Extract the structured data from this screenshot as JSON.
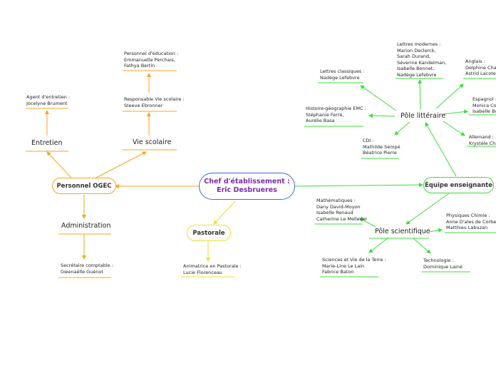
{
  "root": {
    "line1": "Chef d'établissement :",
    "line2": "Eric Desbrueres"
  },
  "left": {
    "personnel_ogec": "Personnel OGEC",
    "entretien": "Entretien",
    "agent_entretien": [
      "Agent d'entretien :",
      "Jocelyne Brument"
    ],
    "vie_scolaire": "Vie scolaire",
    "responsable_vie_scolaire": [
      "Responsable Vie scolaire :",
      "Steeve Ebronner"
    ],
    "personnel_education": [
      "Personnel  d'éducation :",
      "Emmanuelle Perchais,",
      "Fathya Bertin"
    ],
    "administration": "Administration",
    "secretaire": [
      "Secrétaire comptable :",
      "Gwenaëlle Guénot"
    ]
  },
  "pastorale": {
    "label": "Pastorale",
    "animatrice": [
      "Animatrice en Pastorale :",
      "Lucie Florenceau"
    ]
  },
  "equipe": {
    "label": "Équipe enseignante",
    "pole_litteraire": {
      "label": "Pôle littéraire",
      "lettres_modernes": [
        "Lettres modernes :",
        "Marion Declerck,",
        "Sarah Durand,",
        "Séverine Kandelman,",
        "Isabelle Bonnet,",
        "Nadège Lefebvre"
      ],
      "lettres_classiques": [
        "Lettres classiques :",
        "Nadège Lefebvre"
      ],
      "histoire": [
        "Histoire-géographie EMC :",
        "Stéphanie Ferré,",
        "Aurélie Basa"
      ],
      "cdi": [
        "CDI :",
        "Mathilde Sempé",
        "Béatrice Pierre"
      ],
      "anglais": [
        "Anglais :",
        "Delphine Charami",
        "Astrid Lacote"
      ],
      "espagnol": [
        "Espagnol :",
        "Monica Corr",
        "Isabelle Bo"
      ],
      "allemand": [
        "Allemand :",
        "Krystèle Chau"
      ]
    },
    "pole_scientifique": {
      "label": "Pôle scientifique",
      "mathematiques": [
        "Mathématiques :",
        "Dany David-Moyon",
        "Isabelle Renaud",
        "Catherine Le Melleder"
      ],
      "physique": [
        "Physiques Chimie :",
        "Anne D'ales de Corbet",
        "Matthieu Labuzan"
      ],
      "svt": [
        "Sciences et Vie de la Terre :",
        "Marie-Line Le Lain",
        "Fabrice Baton"
      ],
      "technologie": [
        "Technologie :",
        "Dominique Lainé"
      ]
    }
  },
  "colors": {
    "orange": "#f5a623",
    "yellow": "#e8e03a",
    "green": "#3ddc3d",
    "root_border": "#3b6fd8",
    "root_text": "#7a2cb0"
  }
}
